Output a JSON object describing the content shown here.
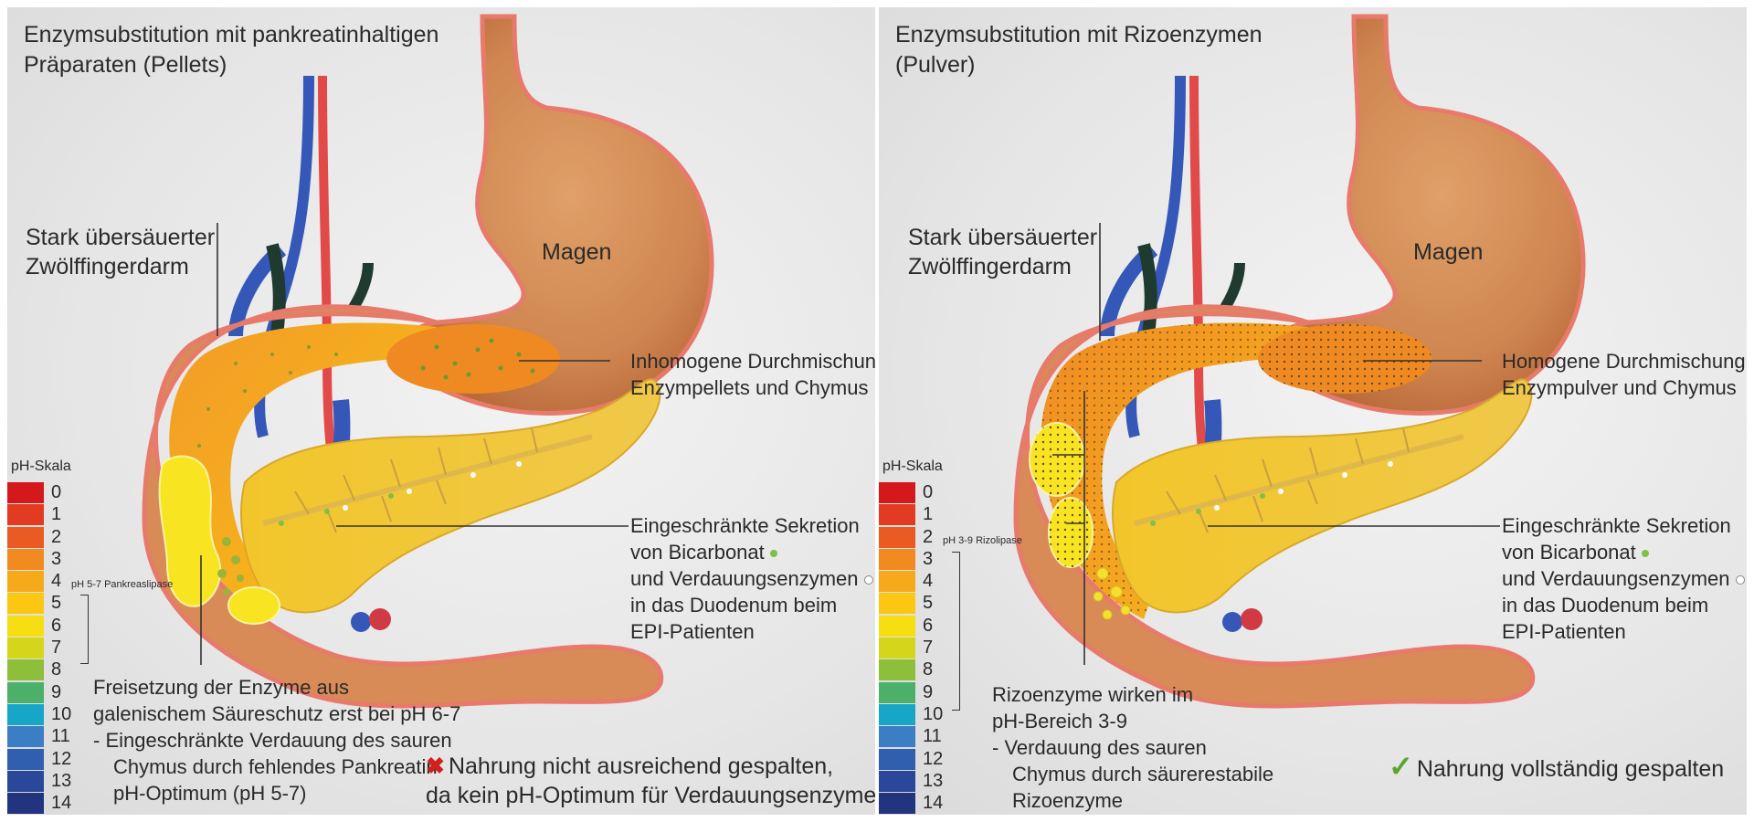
{
  "left": {
    "title_line1": "Enzymsubstitution mit pankreatinhaltigen",
    "title_line2": "Präparaten (Pellets)",
    "duodenum_label_line1": "Stark übersäuerter",
    "duodenum_label_line2": "Zwölffingerdarm",
    "stomach_label": "Magen",
    "mixing_line1": "Inhomogene Durchmischung",
    "mixing_line2": "Enzympellets und Chymus",
    "secretion_line1": "Eingeschränkte Sekretion",
    "secretion_line2": "von Bicarbonat",
    "secretion_line3": "und Verdauungsenzymen",
    "secretion_line4": "in das Duodenum beim",
    "secretion_line5": "EPI-Patienten",
    "ph_scale_title": "pH-Skala",
    "ph_range_note": "pH 5-7 Pankreaslipase",
    "release_line1": "Freisetzung der Enzyme aus",
    "release_line2": "galenischem Säureschutz erst bei pH 6-7",
    "release_line3": "-  Eingeschränkte Verdauung des sauren",
    "release_line4": "Chymus durch fehlendes Pankreatin",
    "release_line5": "pH-Optimum (pH 5-7)",
    "verdict_line1": "Nahrung nicht ausreichend gespalten,",
    "verdict_line2": "da kein pH-Optimum für Verdauungsenzyme"
  },
  "right": {
    "title_line1": "Enzymsubstitution mit Rizoenzymen",
    "title_line2": "(Pulver)",
    "duodenum_label_line1": "Stark übersäuerter",
    "duodenum_label_line2": "Zwölffingerdarm",
    "stomach_label": "Magen",
    "mixing_line1": "Homogene Durchmischung",
    "mixing_line2": "Enzympulver und Chymus",
    "secretion_line1": "Eingeschränkte Sekretion",
    "secretion_line2": "von Bicarbonat",
    "secretion_line3": "und Verdauungsenzymen",
    "secretion_line4": "in das Duodenum beim",
    "secretion_line5": "EPI-Patienten",
    "ph_scale_title": "pH-Skala",
    "ph_range_note": "pH 3-9 Rizolipase",
    "rizo_line1": "Rizoenzyme wirken im",
    "rizo_line2": "pH-Bereich 3-9",
    "rizo_line3": "-  Verdauung des sauren",
    "rizo_line4": "Chymus durch säurerestabile",
    "rizo_line5": "Rizoenzyme",
    "verdict_line1": "Nahrung vollständig gespalten"
  },
  "ph_scale": [
    {
      "value": "0",
      "color": "#d4191d"
    },
    {
      "value": "1",
      "color": "#e33a22"
    },
    {
      "value": "2",
      "color": "#ea5a23"
    },
    {
      "value": "3",
      "color": "#f18a20"
    },
    {
      "value": "4",
      "color": "#f6a91b"
    },
    {
      "value": "5",
      "color": "#fbc713"
    },
    {
      "value": "6",
      "color": "#f5df12"
    },
    {
      "value": "7",
      "color": "#d5d51c"
    },
    {
      "value": "8",
      "color": "#8dbf3a"
    },
    {
      "value": "9",
      "color": "#4db06a"
    },
    {
      "value": "10",
      "color": "#17a6c8"
    },
    {
      "value": "11",
      "color": "#3c7ec3"
    },
    {
      "value": "12",
      "color": "#2f5fae"
    },
    {
      "value": "13",
      "color": "#2a479a"
    },
    {
      "value": "14",
      "color": "#22347f"
    }
  ],
  "icons": {
    "cross": "cross-icon",
    "check": "check-icon",
    "green_dot": "bicarbonate-dot-icon",
    "white_dot": "enzyme-dot-icon"
  },
  "colors": {
    "cross": "#d0211b",
    "check": "#5aa62b",
    "bicarbonate_dot": "#7fbf4a"
  }
}
